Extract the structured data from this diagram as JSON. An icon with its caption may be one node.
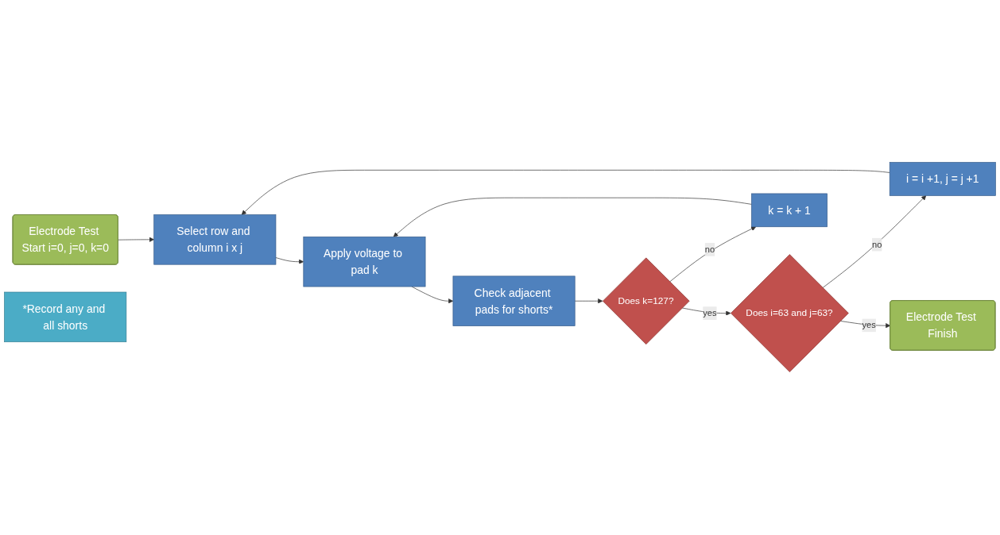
{
  "diagram": {
    "nodes": [
      {
        "text": [
          "Electrode Test Start i=0, j=0, k=0"
        ]
      },
      {
        "text": [
          "Select row and column i x j"
        ]
      },
      {
        "text": [
          "Apply voltage to pad k"
        ]
      },
      {
        "text": [
          "Check adjacent pads for shorts*"
        ]
      },
      {
        "text": [
          "Does i=63 and j=63?"
        ]
      },
      {
        "text": [
          "i = i +1, j = j +1"
        ]
      },
      {
        "text": [
          "k = k + 1"
        ]
      },
      {
        "text": [
          "Does k=127?"
        ]
      },
      {
        "text": [
          "Electrode Test Finish"
        ]
      },
      {
        "text": [
          "*Record any and all shorts"
        ]
      }
    ],
    "edges": [
      {
        "from": 0,
        "to": 1,
        "arrow": "to"
      },
      {
        "from": 1,
        "to": 2,
        "arrow": "to"
      },
      {
        "from": 2,
        "to": 3,
        "arrow": "to"
      },
      {
        "from": 3,
        "to": 7,
        "arrow": "to"
      },
      {
        "from": 7,
        "to": 6,
        "arrow": "to",
        "label": "no"
      },
      {
        "from": 6,
        "to": 2,
        "arrow": "to"
      },
      {
        "from": 7,
        "to": 4,
        "arrow": "to",
        "label": "yes"
      },
      {
        "from": 4,
        "to": 5,
        "arrow": "to",
        "label": "no"
      },
      {
        "from": 5,
        "to": 1,
        "arrow": "to"
      },
      {
        "from": 4,
        "to": 8,
        "arrow": "to",
        "label": "yes"
      }
    ]
  }
}
